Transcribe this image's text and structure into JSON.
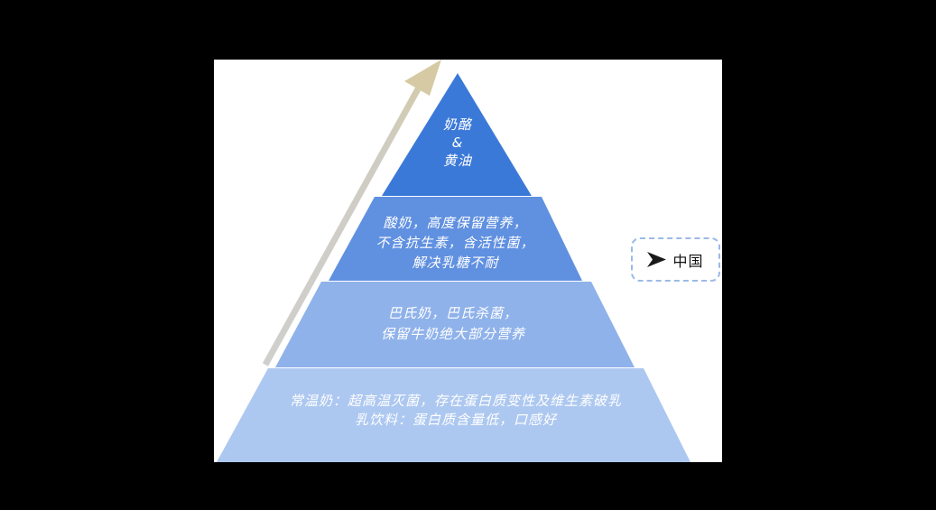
{
  "canvas": {
    "background_color": "#000000",
    "panel_color": "#ffffff"
  },
  "pyramid": {
    "text_color": "#ffffff",
    "tiers": [
      {
        "id": "cheese-butter",
        "color": "#3b79d8",
        "lines": [
          "奶酪",
          "&",
          "黄油"
        ]
      },
      {
        "id": "yogurt",
        "color": "#6090e0",
        "lines": [
          "酸奶，高度保留营养，",
          "不含抗生素，含活性菌，",
          "解决乳糖不耐"
        ]
      },
      {
        "id": "pasteurized-milk",
        "color": "#8fb2ea",
        "lines": [
          "巴氏奶，巴氏杀菌，",
          "保留牛奶绝大部分营养"
        ]
      },
      {
        "id": "uht-milk-drinks",
        "color": "#adc8f0",
        "lines": [
          "常温奶：超高温灭菌，存在蛋白质变性及维生素破乳",
          "乳饮料：蛋白质含量低，口感好"
        ]
      }
    ]
  },
  "trend_arrow": {
    "shaft_color": "#cfcfcd",
    "head_color": "#d5caa3",
    "direction": "up-right"
  },
  "callout": {
    "label": "中国",
    "border_color": "#9cb9e8",
    "text_color": "#111111",
    "icon": "right-arrowhead-icon",
    "icon_color": "#1a1a1a"
  }
}
